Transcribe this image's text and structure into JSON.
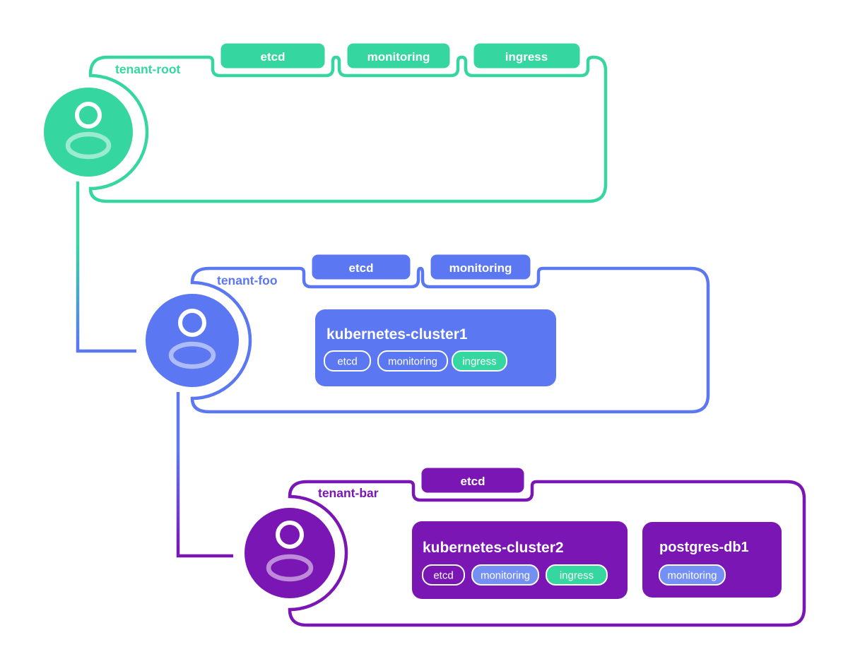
{
  "palette": {
    "green": "#35d6a0",
    "blue": "#5b77f1",
    "light_blue": "#7590f4",
    "purple": "#7a16b4",
    "white": "#ffffff"
  },
  "tenants": [
    {
      "name": "tenant-root",
      "badges": [
        "etcd",
        "monitoring",
        "ingress"
      ],
      "resources": []
    },
    {
      "name": "tenant-foo",
      "badges": [
        "etcd",
        "monitoring"
      ],
      "resources": [
        {
          "title": "kubernetes-cluster1",
          "tags": [
            {
              "label": "etcd",
              "variant": "outline"
            },
            {
              "label": "monitoring",
              "variant": "outline"
            },
            {
              "label": "ingress",
              "variant": "green"
            }
          ]
        }
      ]
    },
    {
      "name": "tenant-bar",
      "badges": [
        "etcd"
      ],
      "resources": [
        {
          "title": "kubernetes-cluster2",
          "tags": [
            {
              "label": "etcd",
              "variant": "outline"
            },
            {
              "label": "monitoring",
              "variant": "blue"
            },
            {
              "label": "ingress",
              "variant": "green"
            }
          ]
        },
        {
          "title": "postgres-db1",
          "tags": [
            {
              "label": "monitoring",
              "variant": "blue"
            }
          ]
        }
      ]
    }
  ]
}
